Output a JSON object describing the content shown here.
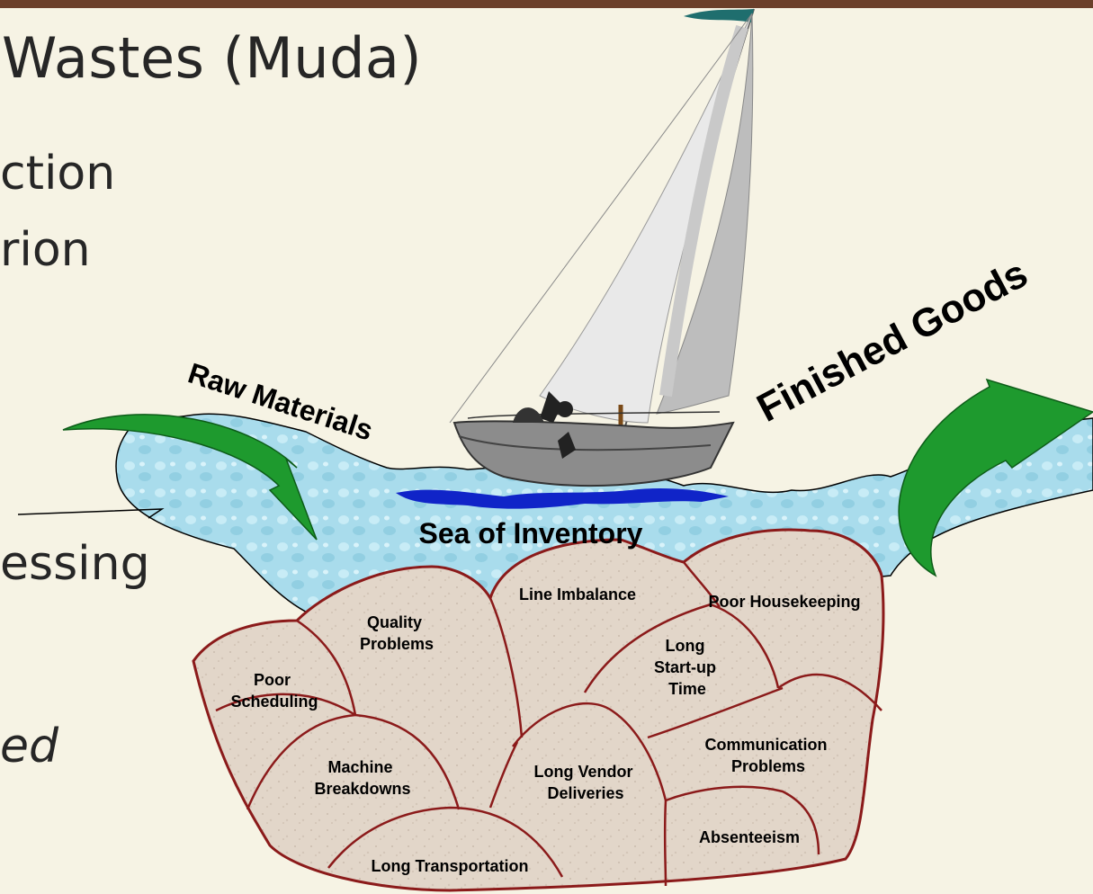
{
  "slide": {
    "title": "Wastes (Muda)",
    "bullets": [
      "ction",
      "rion",
      "essing",
      "ed"
    ]
  },
  "diagram": {
    "raw_materials": "Raw Materials",
    "finished_goods": "Finished Goods",
    "sea": "Sea of Inventory",
    "rocks": {
      "line_imbalance": "Line Imbalance",
      "poor_housekeeping": "Poor Housekeeping",
      "quality_problems": [
        "Quality",
        "Problems"
      ],
      "poor_scheduling": [
        "Poor",
        "Scheduling"
      ],
      "long_startup": [
        "Long",
        "Start-up",
        "Time"
      ],
      "machine_breakdowns": [
        "Machine",
        "Breakdowns"
      ],
      "long_vendor": [
        "Long Vendor",
        "Deliveries"
      ],
      "communication": [
        "Communication",
        "Problems"
      ],
      "absenteeism": "Absenteeism",
      "long_transportation": "Long Transportation"
    }
  },
  "colors": {
    "accent_bar": "#6b3f2a",
    "water": "#a9dcec",
    "rock_fill": "#e2d6c9",
    "rock_outline": "#8b1a1a",
    "arrow_green": "#1e9a2e"
  }
}
